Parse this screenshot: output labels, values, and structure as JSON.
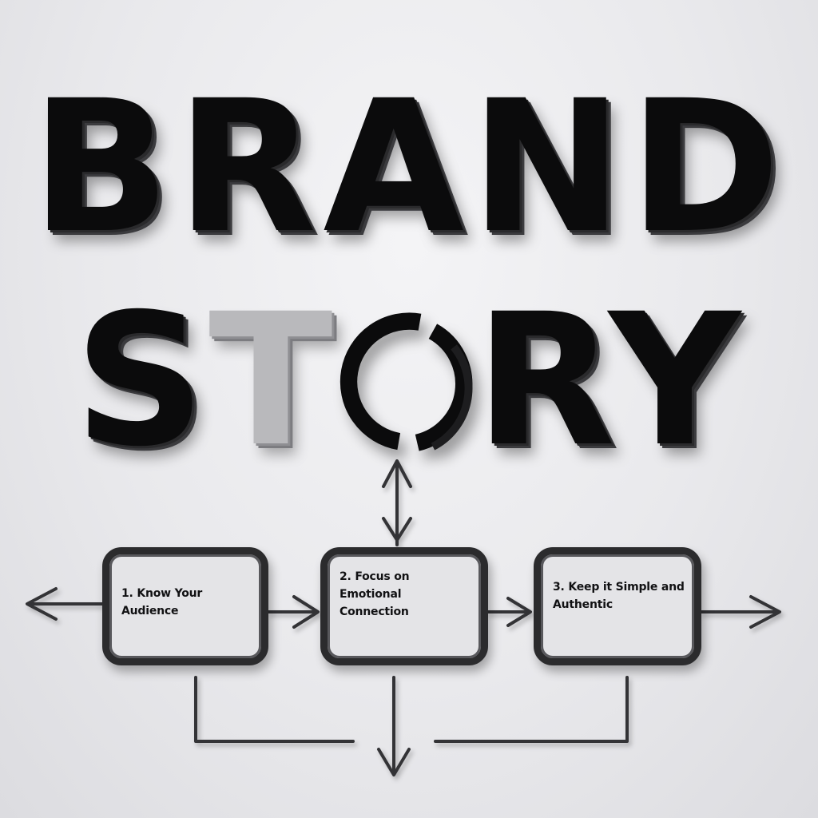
{
  "title": {
    "line1": "BRAND",
    "line2_s": "S",
    "line2_t": "T",
    "line2_o": "O",
    "line2_ry": "RY"
  },
  "steps": [
    {
      "label": "1. Know Your Audience"
    },
    {
      "label": "2. Focus on Emotional Connection"
    },
    {
      "label": "3. Keep it Simple and Authentic"
    }
  ],
  "colors": {
    "letters": "#0b0b0c",
    "accent_letter": "#b9b9bc",
    "box_fill": "#e4e4e7",
    "box_border": "#2b2b2d",
    "wall": "#ececef"
  }
}
